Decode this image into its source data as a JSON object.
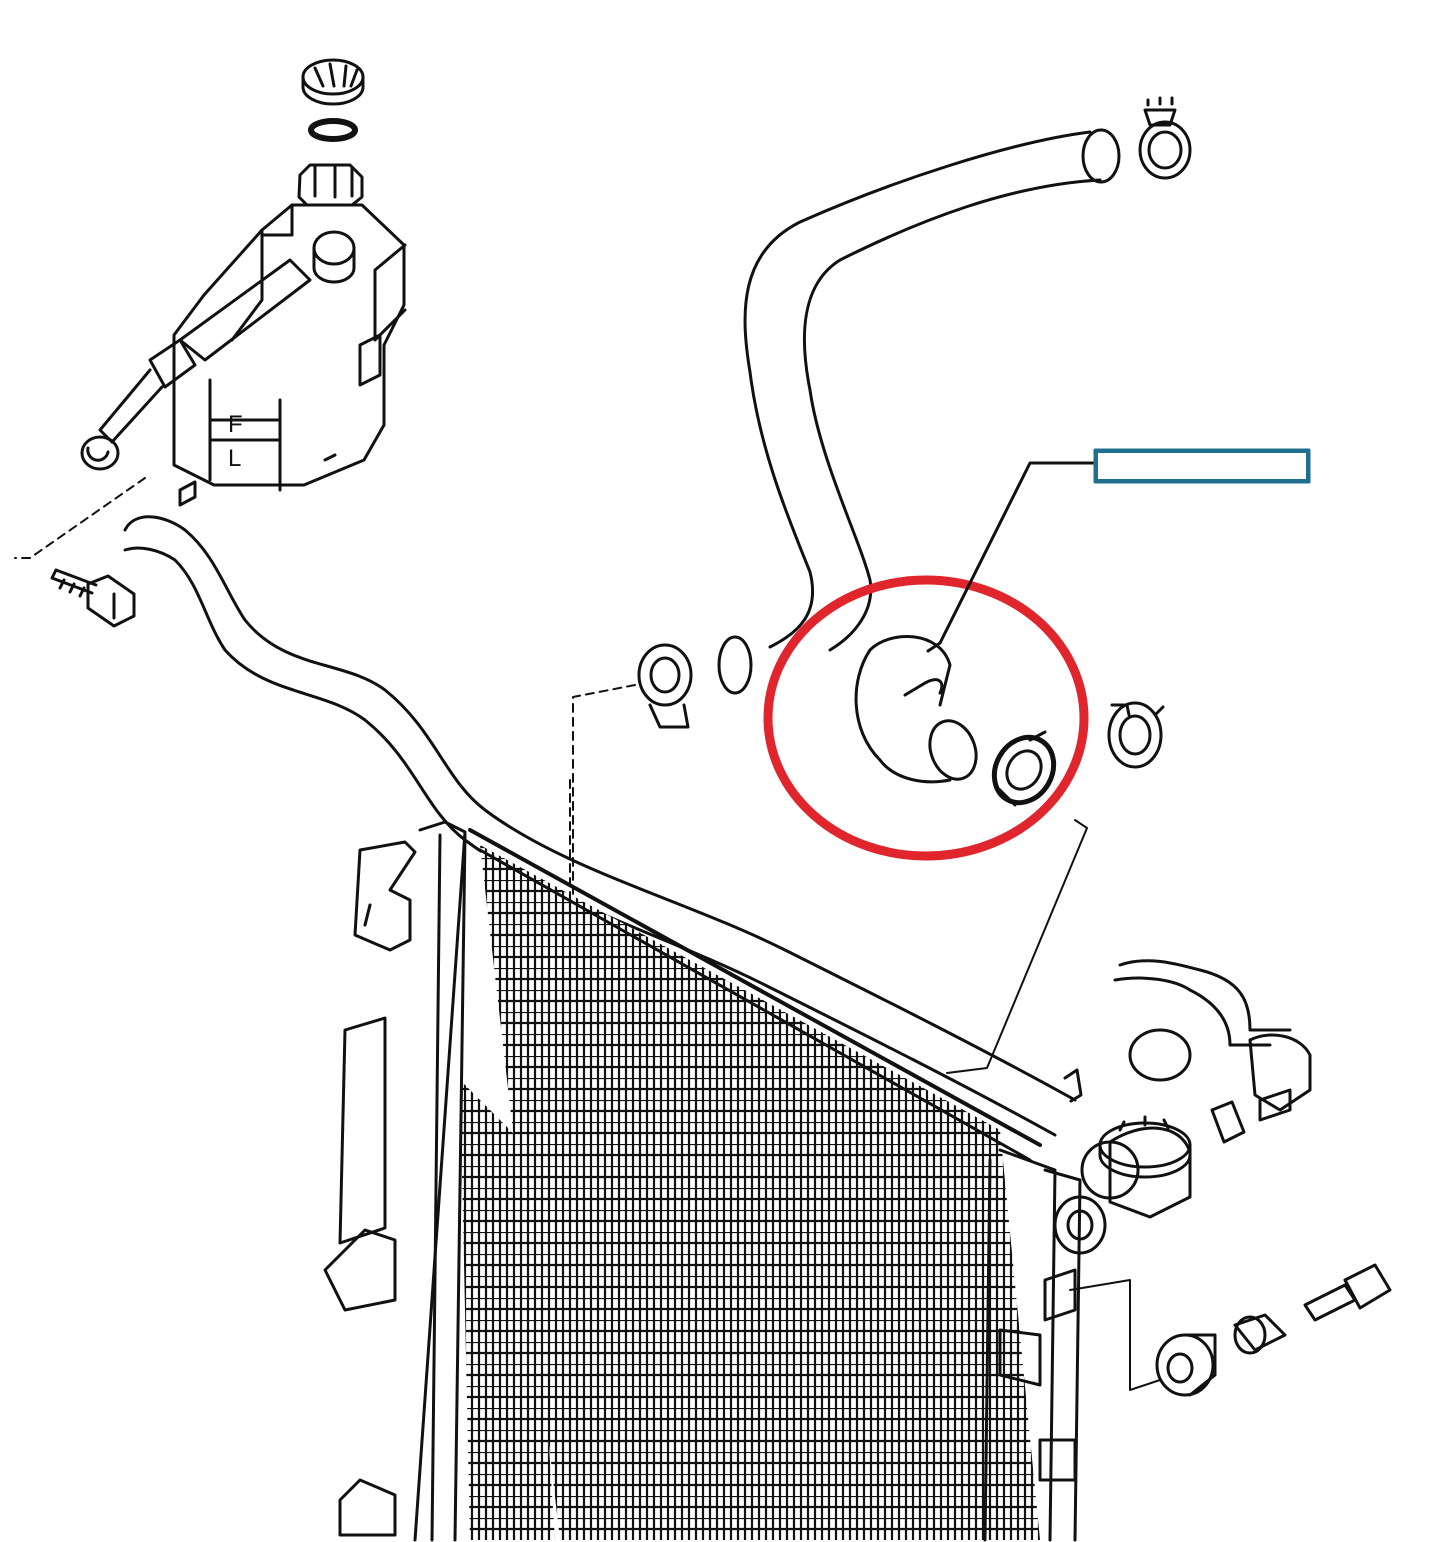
{
  "callout": {
    "part_number": "",
    "box_color": "#1f6f8f"
  },
  "tank_marks": {
    "full": "F",
    "low": "L"
  },
  "highlight": {
    "color": "#e0262c",
    "shape": "circle"
  },
  "colors": {
    "line": "#111111",
    "background": "#ffffff"
  }
}
